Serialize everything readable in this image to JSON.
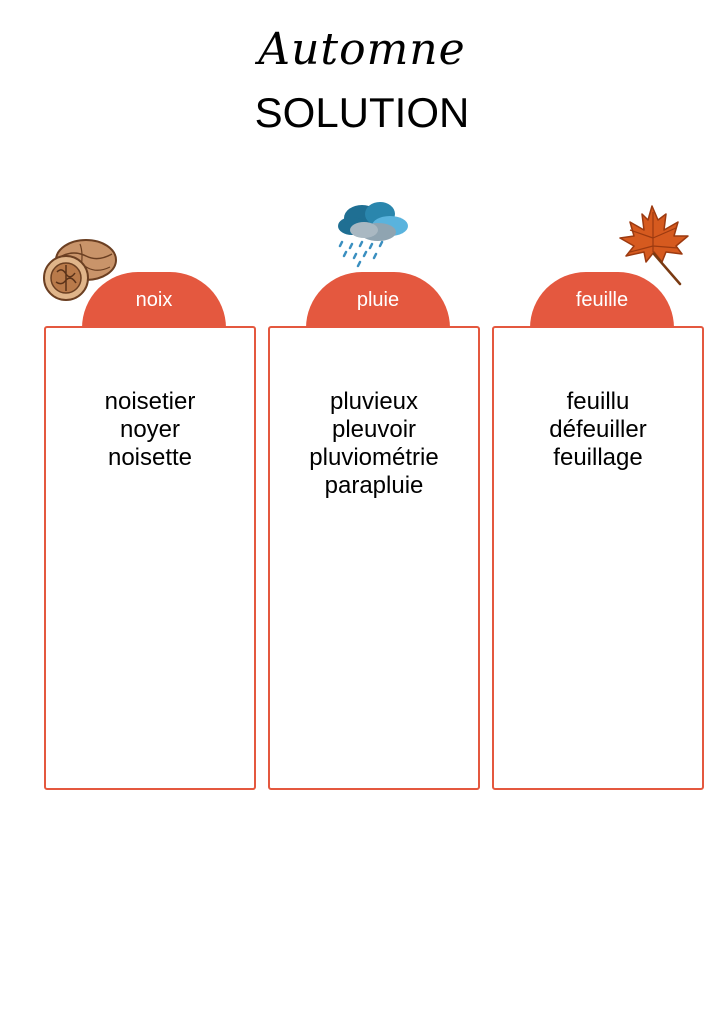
{
  "header": {
    "title": "Automne",
    "subtitle": "SOLUTION"
  },
  "columns": [
    {
      "label": "noix",
      "icon": "walnut-icon",
      "words": [
        "noisetier",
        "noyer",
        "noisette"
      ]
    },
    {
      "label": "pluie",
      "icon": "rain-cloud-icon",
      "words": [
        "pluvieux",
        "pleuvoir",
        "pluviométrie",
        "parapluie"
      ]
    },
    {
      "label": "feuille",
      "icon": "maple-leaf-icon",
      "words": [
        "feuillu",
        "défeuiller",
        "feuillage"
      ]
    }
  ],
  "colors": {
    "accent": "#e4583f",
    "text": "#000000",
    "background": "#ffffff"
  }
}
